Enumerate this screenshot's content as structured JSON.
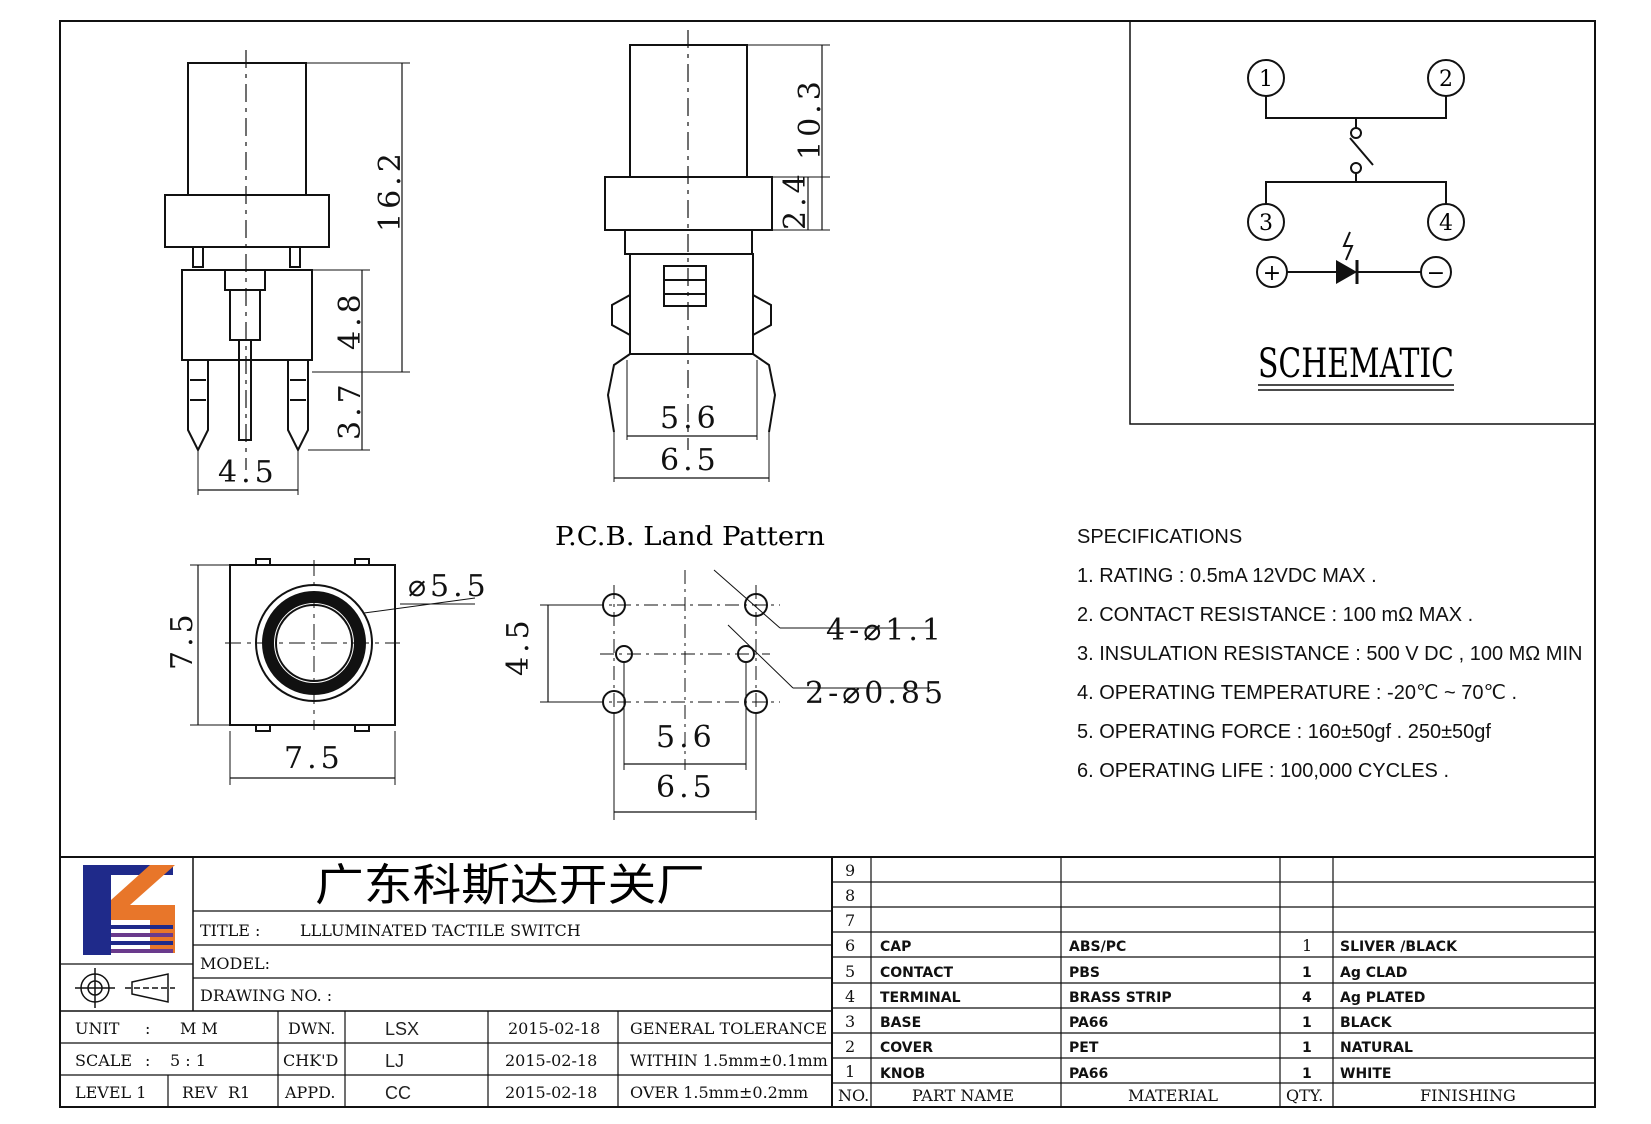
{
  "left_view": {
    "dim_height": "16.2",
    "dim_mid": "4.8",
    "dim_pin": "3.7",
    "dim_width": "4.5"
  },
  "front_view": {
    "dim_cap": "10.3",
    "dim_collar": "2.4",
    "dim_inner": "5.6",
    "dim_outer": "6.5"
  },
  "schematic": {
    "title": "SCHEMATIC",
    "pins": [
      "1",
      "2",
      "3",
      "4"
    ],
    "plus": "+",
    "minus": "−"
  },
  "top_view": {
    "dia": "⌀5.5",
    "height": "7.5",
    "width": "7.5"
  },
  "pcb": {
    "title": "P.C.B. Land Pattern",
    "holes_big": "4-⌀1.1",
    "holes_small": "2-⌀0.85",
    "dim_v": "4.5",
    "dim_inner": "5.6",
    "dim_outer": "6.5"
  },
  "specifications": {
    "heading": "SPECIFICATIONS",
    "items": [
      "1. RATING : 0.5mA 12VDC MAX .",
      "2. CONTACT RESISTANCE : 100 mΩ MAX .",
      "3. INSULATION RESISTANCE : 500 V DC , 100 MΩ MIN",
      "4. OPERATING TEMPERATURE : -20℃ ~ 70℃ .",
      "5. OPERATING FORCE : 160±50gf . 250±50gf",
      "6. OPERATING LIFE : 100,000 CYCLES ."
    ]
  },
  "title_block": {
    "company": "广东科斯达开关厂",
    "title_label": "TITLE :",
    "title_value": "LLLUMINATED TACTILE SWITCH",
    "model_label": "MODEL:",
    "drawing_label": "DRAWING NO. :",
    "unit_label": "UNIT",
    "unit_sep": ":",
    "unit_value": "M M",
    "scale_label": "SCALE",
    "scale_sep": ":",
    "scale_value": "5 : 1",
    "level_label": "LEVEL 1",
    "rev_label": "REV",
    "rev_value": "R1",
    "dwn_label": "DWN.",
    "dwn_name": "LSX",
    "dwn_date": "2015-02-18",
    "chk_label": "CHK'D",
    "chk_name": "LJ",
    "chk_date": "2015-02-18",
    "appd_label": "APPD.",
    "appd_name": "CC",
    "appd_date": "2015-02-18",
    "tol_title": "GENERAL TOLERANCE",
    "tol_within": "WITHIN 1.5mm±0.1mm",
    "tol_over": "OVER   1.5mm±0.2mm"
  },
  "bom": {
    "headers": {
      "no": "NO.",
      "part": "PART NAME",
      "material": "MATERIAL",
      "qty": "QTY.",
      "finishing": "FINISHING"
    },
    "rows": [
      {
        "no": "9",
        "part": "",
        "material": "",
        "qty": "",
        "finishing": ""
      },
      {
        "no": "8",
        "part": "",
        "material": "",
        "qty": "",
        "finishing": ""
      },
      {
        "no": "7",
        "part": "",
        "material": "",
        "qty": "",
        "finishing": ""
      },
      {
        "no": "6",
        "part": "CAP",
        "material": "ABS/PC",
        "qty": "1",
        "finishing": "SLIVER /BLACK"
      },
      {
        "no": "5",
        "part": "CONTACT",
        "material": "PBS",
        "qty": "1",
        "finishing": "Ag CLAD"
      },
      {
        "no": "4",
        "part": "TERMINAL",
        "material": "BRASS STRIP",
        "qty": "4",
        "finishing": "Ag PLATED"
      },
      {
        "no": "3",
        "part": "BASE",
        "material": "PA66",
        "qty": "1",
        "finishing": "BLACK"
      },
      {
        "no": "2",
        "part": "COVER",
        "material": "PET",
        "qty": "1",
        "finishing": "NATURAL"
      },
      {
        "no": "1",
        "part": "KNOB",
        "material": "PA66",
        "qty": "1",
        "finishing": "WHITE"
      }
    ]
  },
  "colors": {
    "logo_blue": "#1f2a8a",
    "logo_orange": "#e8762a",
    "logo_purple": "#6a3a8c"
  }
}
